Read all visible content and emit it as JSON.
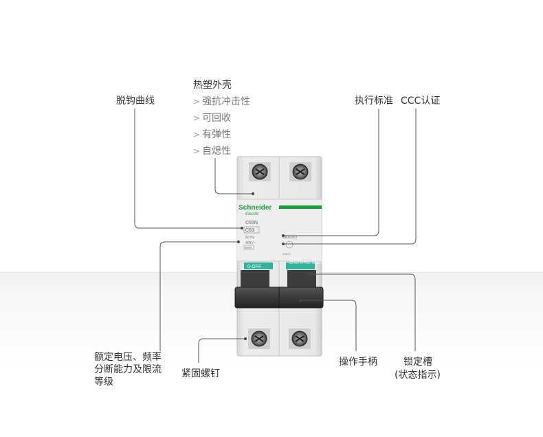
{
  "labels": {
    "curve": "脱钩曲线",
    "shell_title": "热塑外壳",
    "standard": "执行标准",
    "ccc": "CCC认证",
    "rated": "额定电压、频率分断能力及限流等级",
    "screw": "紧固螺钉",
    "handle": "操作手柄",
    "lock_line1": "锁定槽",
    "lock_line2": "(状态指示)"
  },
  "shell_features": [
    {
      "text": "强抗冲击性"
    },
    {
      "text": "可回收"
    },
    {
      "text": "有弹性"
    },
    {
      "text": "自熄性"
    }
  ],
  "device": {
    "brand": "Schneider",
    "brand_sub": "Electric",
    "model": "C65N",
    "rating": "C63",
    "freq": "50 Hz",
    "voltage": "400V~",
    "capacity": "6000",
    "standard_code": "GB10963",
    "ccc_code": "A5000",
    "switch_label": "0-OFF",
    "reflection_text": "Schneider",
    "brand_color": "#1a9e3a",
    "body_color": "#e4e4e4",
    "handle_color": "#3a3a3a"
  }
}
